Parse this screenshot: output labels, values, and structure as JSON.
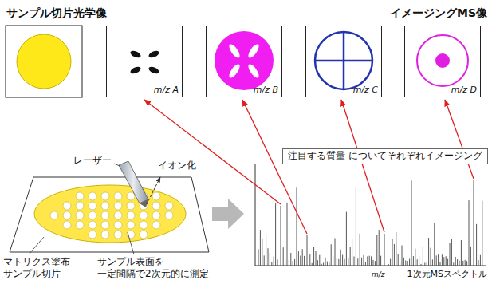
{
  "diagram": {
    "nodes": [
      {
        "text": [
          "m/z A"
        ]
      },
      {
        "text": [
          "m/z B"
        ]
      },
      {
        "text": [
          "m/z C"
        ]
      },
      {
        "text": [
          "m/z D"
        ]
      },
      {
        "text": [
          "注目する質量 についてそれぞれイメージング"
        ]
      }
    ],
    "labels": [
      "サンプル切片光学像",
      "イメージングMS像",
      "レーザー",
      "イオン化",
      "マトリクス塗布 サンプル切片",
      "サンプル表面を 一定間隔で2次元的に測定",
      "m/z",
      "1次元MSスペクトル"
    ]
  }
}
